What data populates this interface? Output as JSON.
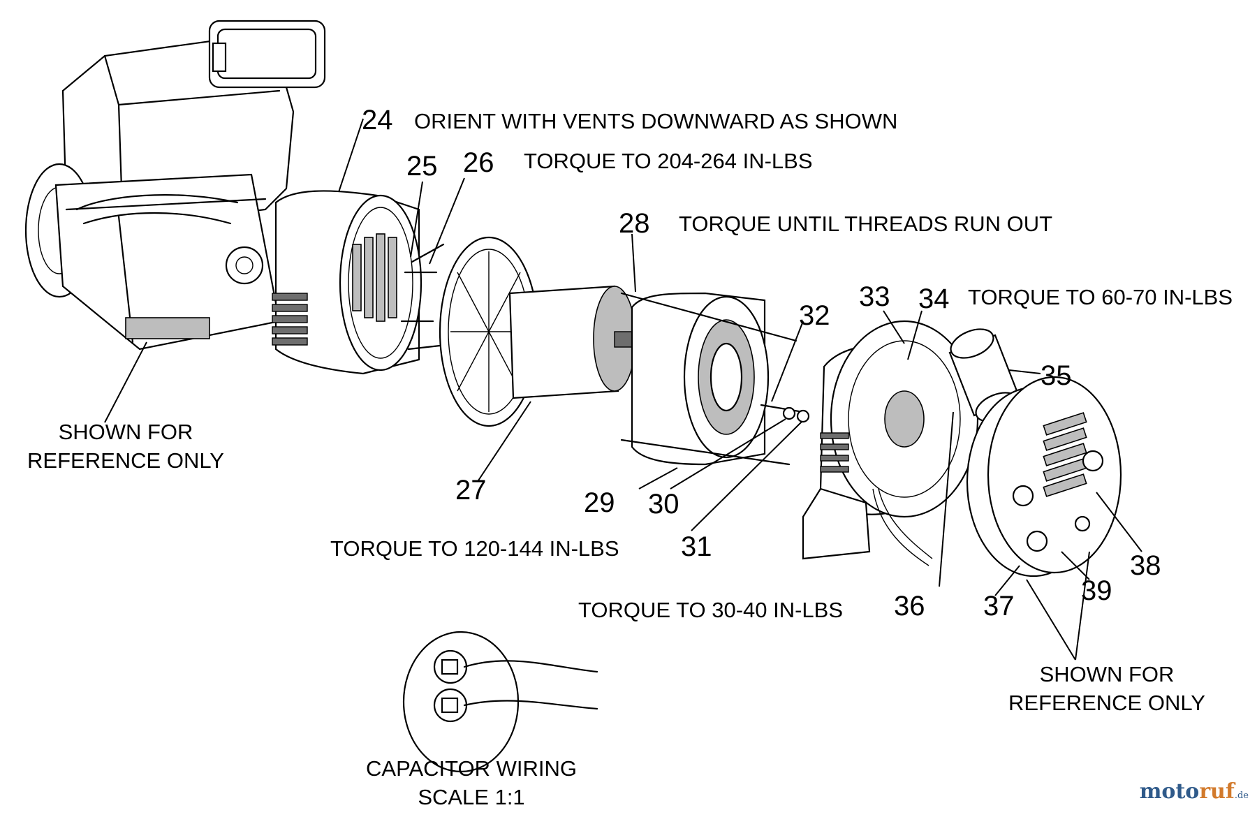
{
  "callouts": {
    "c24": "24",
    "c25": "25",
    "c26": "26",
    "c27": "27",
    "c28": "28",
    "c29": "29",
    "c30": "30",
    "c31": "31",
    "c32": "32",
    "c33": "33",
    "c34": "34",
    "c35": "35",
    "c36": "36",
    "c37": "37",
    "c38": "38",
    "c39": "39"
  },
  "notes": {
    "orient": "ORIENT WITH VENTS DOWNWARD AS SHOWN",
    "torque_204": "TORQUE TO 204-264 IN-LBS",
    "torque_threads": "TORQUE UNTIL THREADS RUN OUT",
    "torque_60": "TORQUE TO 60-70 IN-LBS",
    "torque_120": "TORQUE TO 120-144 IN-LBS",
    "torque_30": "TORQUE TO 30-40 IN-LBS"
  },
  "reference_left": {
    "line1": "SHOWN FOR",
    "line2": "REFERENCE ONLY"
  },
  "reference_right": {
    "line1": "SHOWN FOR",
    "line2": "REFERENCE ONLY"
  },
  "capacitor": {
    "line1": "CAPACITOR WIRING",
    "line2": "SCALE 1:1"
  },
  "watermark": {
    "part1": "moto",
    "part2": "ruf",
    "part3": ".de"
  }
}
